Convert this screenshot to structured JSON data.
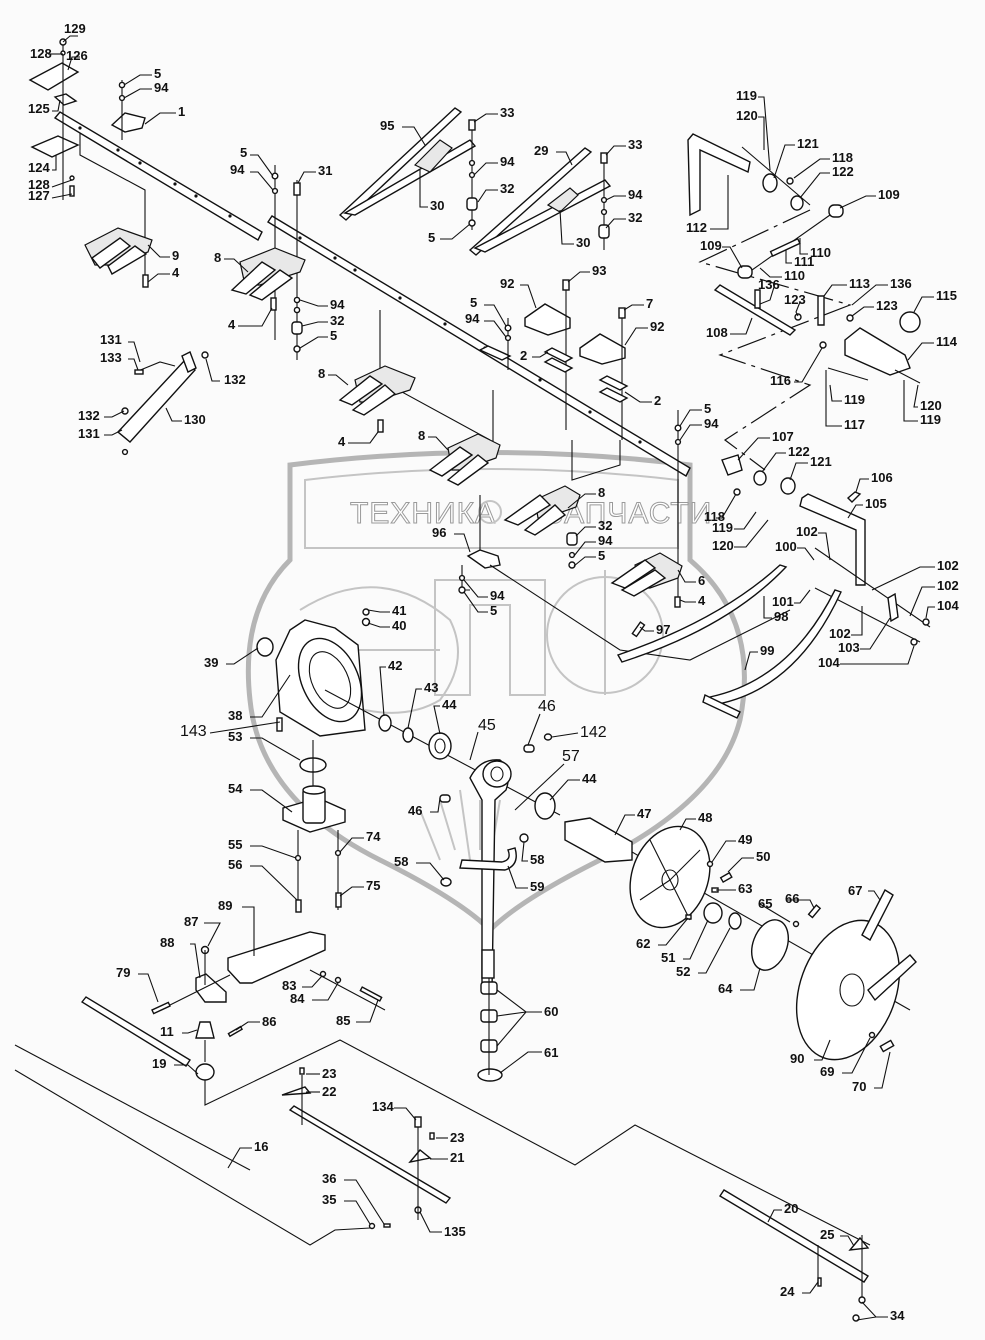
{
  "diagram": {
    "type": "exploded-parts-diagram",
    "subject": "Cutter bar drive assembly (knife guards, wobble box, pulley, reel lift arms)",
    "watermark": {
      "text_left": "ТЕХНИКА",
      "text_right": "ЗАПЧАСТИ",
      "logo": "ЭПФ"
    },
    "callouts": [
      {
        "id": "c129",
        "label": "129"
      },
      {
        "id": "c128a",
        "label": "128"
      },
      {
        "id": "c126",
        "label": "126"
      },
      {
        "id": "c125",
        "label": "125"
      },
      {
        "id": "c124",
        "label": "124"
      },
      {
        "id": "c128b",
        "label": "128"
      },
      {
        "id": "c127",
        "label": "127"
      },
      {
        "id": "c5a",
        "label": "5"
      },
      {
        "id": "c94a",
        "label": "94"
      },
      {
        "id": "c1",
        "label": "1"
      },
      {
        "id": "c9",
        "label": "9"
      },
      {
        "id": "c4a",
        "label": "4"
      },
      {
        "id": "c5b",
        "label": "5"
      },
      {
        "id": "c94b",
        "label": "94"
      },
      {
        "id": "c31",
        "label": "31"
      },
      {
        "id": "c8a",
        "label": "8"
      },
      {
        "id": "c4b",
        "label": "4"
      },
      {
        "id": "c94c",
        "label": "94"
      },
      {
        "id": "c32a",
        "label": "32"
      },
      {
        "id": "c5c",
        "label": "5"
      },
      {
        "id": "c95",
        "label": "95"
      },
      {
        "id": "c33a",
        "label": "33"
      },
      {
        "id": "c94d",
        "label": "94"
      },
      {
        "id": "c32b",
        "label": "32"
      },
      {
        "id": "c30a",
        "label": "30"
      },
      {
        "id": "c5d",
        "label": "5"
      },
      {
        "id": "c29",
        "label": "29"
      },
      {
        "id": "c33b",
        "label": "33"
      },
      {
        "id": "c94e",
        "label": "94"
      },
      {
        "id": "c32c",
        "label": "32"
      },
      {
        "id": "c30b",
        "label": "30"
      },
      {
        "id": "c92a",
        "label": "92"
      },
      {
        "id": "c93",
        "label": "93"
      },
      {
        "id": "c5e",
        "label": "5"
      },
      {
        "id": "c94f",
        "label": "94"
      },
      {
        "id": "c7",
        "label": "7"
      },
      {
        "id": "c92b",
        "label": "92"
      },
      {
        "id": "c2a",
        "label": "2"
      },
      {
        "id": "c2b",
        "label": "2"
      },
      {
        "id": "c5f",
        "label": "5"
      },
      {
        "id": "c94g",
        "label": "94"
      },
      {
        "id": "c131a",
        "label": "131"
      },
      {
        "id": "c133",
        "label": "133"
      },
      {
        "id": "c132a",
        "label": "132"
      },
      {
        "id": "c132b",
        "label": "132"
      },
      {
        "id": "c131b",
        "label": "131"
      },
      {
        "id": "c130",
        "label": "130"
      },
      {
        "id": "c8b",
        "label": "8"
      },
      {
        "id": "c4c",
        "label": "4"
      },
      {
        "id": "c8c",
        "label": "8"
      },
      {
        "id": "c8d",
        "label": "8"
      },
      {
        "id": "c32d",
        "label": "32"
      },
      {
        "id": "c94h",
        "label": "94"
      },
      {
        "id": "c5g",
        "label": "5"
      },
      {
        "id": "c96",
        "label": "96"
      },
      {
        "id": "c94i",
        "label": "94"
      },
      {
        "id": "c5h",
        "label": "5"
      },
      {
        "id": "c6",
        "label": "6"
      },
      {
        "id": "c4d",
        "label": "4"
      },
      {
        "id": "c97",
        "label": "97"
      },
      {
        "id": "c119a",
        "label": "119"
      },
      {
        "id": "c120a",
        "label": "120"
      },
      {
        "id": "c121a",
        "label": "121"
      },
      {
        "id": "c118a",
        "label": "118"
      },
      {
        "id": "c122a",
        "label": "122"
      },
      {
        "id": "c112",
        "label": "112"
      },
      {
        "id": "c109a",
        "label": "109"
      },
      {
        "id": "c109b",
        "label": "109"
      },
      {
        "id": "c110a",
        "label": "110"
      },
      {
        "id": "c111",
        "label": "111"
      },
      {
        "id": "c110b",
        "label": "110"
      },
      {
        "id": "c136a",
        "label": "136"
      },
      {
        "id": "c123a",
        "label": "123"
      },
      {
        "id": "c113",
        "label": "113"
      },
      {
        "id": "c136b",
        "label": "136"
      },
      {
        "id": "c123b",
        "label": "123"
      },
      {
        "id": "c115",
        "label": "115"
      },
      {
        "id": "c108",
        "label": "108"
      },
      {
        "id": "c114",
        "label": "114"
      },
      {
        "id": "c116",
        "label": "116"
      },
      {
        "id": "c119b",
        "label": "119"
      },
      {
        "id": "c117",
        "label": "117"
      },
      {
        "id": "c120b",
        "label": "120"
      },
      {
        "id": "c119c",
        "label": "119"
      },
      {
        "id": "c107",
        "label": "107"
      },
      {
        "id": "c122b",
        "label": "122"
      },
      {
        "id": "c121b",
        "label": "121"
      },
      {
        "id": "c106",
        "label": "106"
      },
      {
        "id": "c105",
        "label": "105"
      },
      {
        "id": "c118b",
        "label": "118"
      },
      {
        "id": "c119d",
        "label": "119"
      },
      {
        "id": "c120c",
        "label": "120"
      },
      {
        "id": "c102a",
        "label": "102"
      },
      {
        "id": "c100",
        "label": "100"
      },
      {
        "id": "c102b",
        "label": "102"
      },
      {
        "id": "c102c",
        "label": "102"
      },
      {
        "id": "c104a",
        "label": "104"
      },
      {
        "id": "c101",
        "label": "101"
      },
      {
        "id": "c98",
        "label": "98"
      },
      {
        "id": "c102d",
        "label": "102"
      },
      {
        "id": "c103",
        "label": "103"
      },
      {
        "id": "c104b",
        "label": "104"
      },
      {
        "id": "c99",
        "label": "99"
      },
      {
        "id": "c41",
        "label": "41"
      },
      {
        "id": "c40",
        "label": "40"
      },
      {
        "id": "c39",
        "label": "39"
      },
      {
        "id": "c42",
        "label": "42"
      },
      {
        "id": "c43",
        "label": "43"
      },
      {
        "id": "c38",
        "label": "38"
      },
      {
        "id": "c44a",
        "label": "44"
      },
      {
        "id": "c143",
        "label": "143"
      },
      {
        "id": "c53",
        "label": "53"
      },
      {
        "id": "c45",
        "label": "45"
      },
      {
        "id": "c46a",
        "label": "46"
      },
      {
        "id": "c142",
        "label": "142"
      },
      {
        "id": "c57",
        "label": "57"
      },
      {
        "id": "c46b",
        "label": "46"
      },
      {
        "id": "c44b",
        "label": "44"
      },
      {
        "id": "c54",
        "label": "54"
      },
      {
        "id": "c47",
        "label": "47"
      },
      {
        "id": "c48",
        "label": "48"
      },
      {
        "id": "c55",
        "label": "55"
      },
      {
        "id": "c74",
        "label": "74"
      },
      {
        "id": "c56",
        "label": "56"
      },
      {
        "id": "c58a",
        "label": "58"
      },
      {
        "id": "c58b",
        "label": "58"
      },
      {
        "id": "c59",
        "label": "59"
      },
      {
        "id": "c75",
        "label": "75"
      },
      {
        "id": "c49",
        "label": "49"
      },
      {
        "id": "c50",
        "label": "50"
      },
      {
        "id": "c63",
        "label": "63"
      },
      {
        "id": "c67",
        "label": "67"
      },
      {
        "id": "c65",
        "label": "65"
      },
      {
        "id": "c66",
        "label": "66"
      },
      {
        "id": "c62",
        "label": "62"
      },
      {
        "id": "c51",
        "label": "51"
      },
      {
        "id": "c52",
        "label": "52"
      },
      {
        "id": "c64",
        "label": "64"
      },
      {
        "id": "c90",
        "label": "90"
      },
      {
        "id": "c69",
        "label": "69"
      },
      {
        "id": "c70",
        "label": "70"
      },
      {
        "id": "c87",
        "label": "87"
      },
      {
        "id": "c89",
        "label": "89"
      },
      {
        "id": "c88",
        "label": "88"
      },
      {
        "id": "c79",
        "label": "79"
      },
      {
        "id": "c83",
        "label": "83"
      },
      {
        "id": "c84",
        "label": "84"
      },
      {
        "id": "c85",
        "label": "85"
      },
      {
        "id": "c11",
        "label": "11"
      },
      {
        "id": "c86",
        "label": "86"
      },
      {
        "id": "c19",
        "label": "19"
      },
      {
        "id": "c60",
        "label": "60"
      },
      {
        "id": "c61",
        "label": "61"
      },
      {
        "id": "c23a",
        "label": "23"
      },
      {
        "id": "c22",
        "label": "22"
      },
      {
        "id": "c134",
        "label": "134"
      },
      {
        "id": "c23b",
        "label": "23"
      },
      {
        "id": "c21",
        "label": "21"
      },
      {
        "id": "c16",
        "label": "16"
      },
      {
        "id": "c36",
        "label": "36"
      },
      {
        "id": "c35",
        "label": "35"
      },
      {
        "id": "c135",
        "label": "135"
      },
      {
        "id": "c20",
        "label": "20"
      },
      {
        "id": "c25",
        "label": "25"
      },
      {
        "id": "c24",
        "label": "24"
      },
      {
        "id": "c34",
        "label": "34"
      }
    ]
  }
}
